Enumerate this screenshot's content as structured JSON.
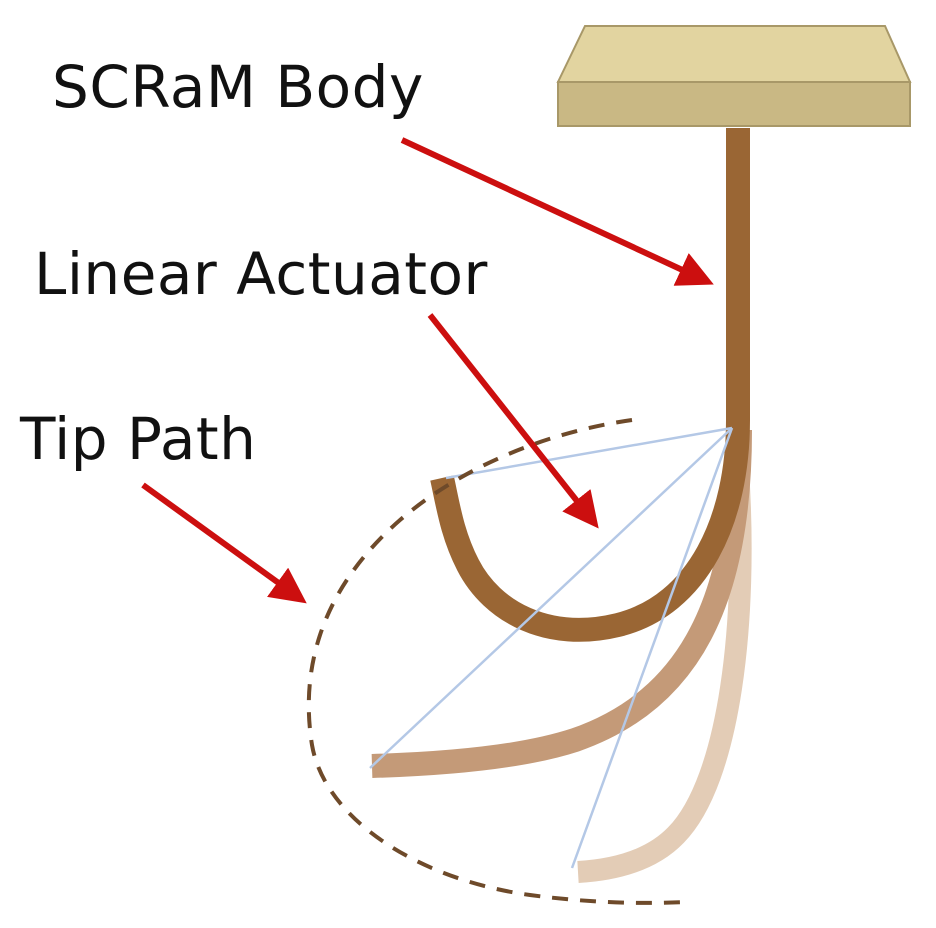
{
  "labels": {
    "body": "SCRaM Body",
    "actuator": "Linear Actuator",
    "tip_path": "Tip Path"
  },
  "colors": {
    "mount_top": "#e2d4a0",
    "mount_front": "#c9b884",
    "mount_edge": "#a89868",
    "actuator_main": "#9a6634",
    "actuator_mid": "#c49a78",
    "actuator_light": "#e3ccb6",
    "path_dash": "#6e4a2a",
    "construction_lines": "#b4c8e6",
    "arrow": "#cc0f0f",
    "text": "#111111"
  }
}
